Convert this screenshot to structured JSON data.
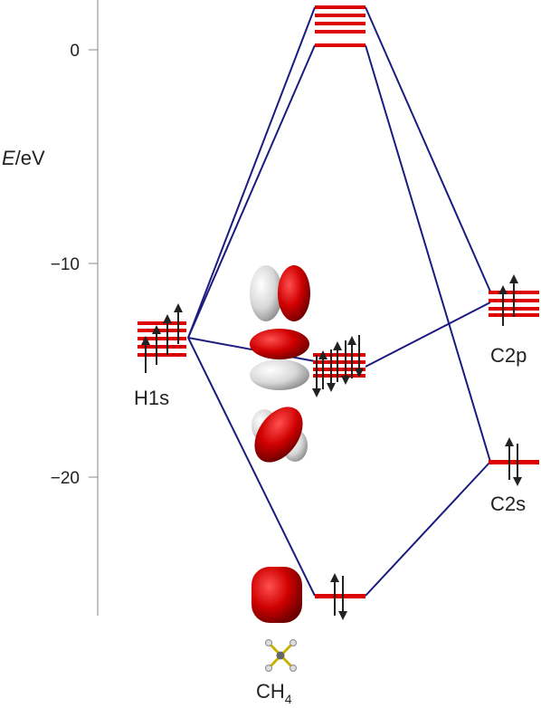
{
  "axis": {
    "label_italic": "E",
    "label_unit": "/eV",
    "ticks": [
      {
        "value": 0,
        "text": "0"
      },
      {
        "value": -10,
        "text": "−10"
      },
      {
        "value": -20,
        "text": "−20"
      }
    ]
  },
  "levels": {
    "h1s": {
      "label": "H1s",
      "energy": -13.6
    },
    "c2p": {
      "label": "C2p",
      "energy": -11.7
    },
    "c2s": {
      "label": "C2s",
      "energy": -19.4
    },
    "ch4_t2_bonding": {
      "energy": -14.8
    },
    "ch4_a1_bonding": {
      "energy": -25.7
    },
    "ch4_antibonding": {
      "energy": 0.2
    }
  },
  "molecule": {
    "name_main": "CH",
    "name_sub": "4"
  },
  "colors": {
    "level": "#dd0000",
    "connector": "#1c1c80",
    "axis": "#888888",
    "text": "#222222",
    "lobe_red": "#cc0000",
    "lobe_white": "#e8e8e8"
  }
}
